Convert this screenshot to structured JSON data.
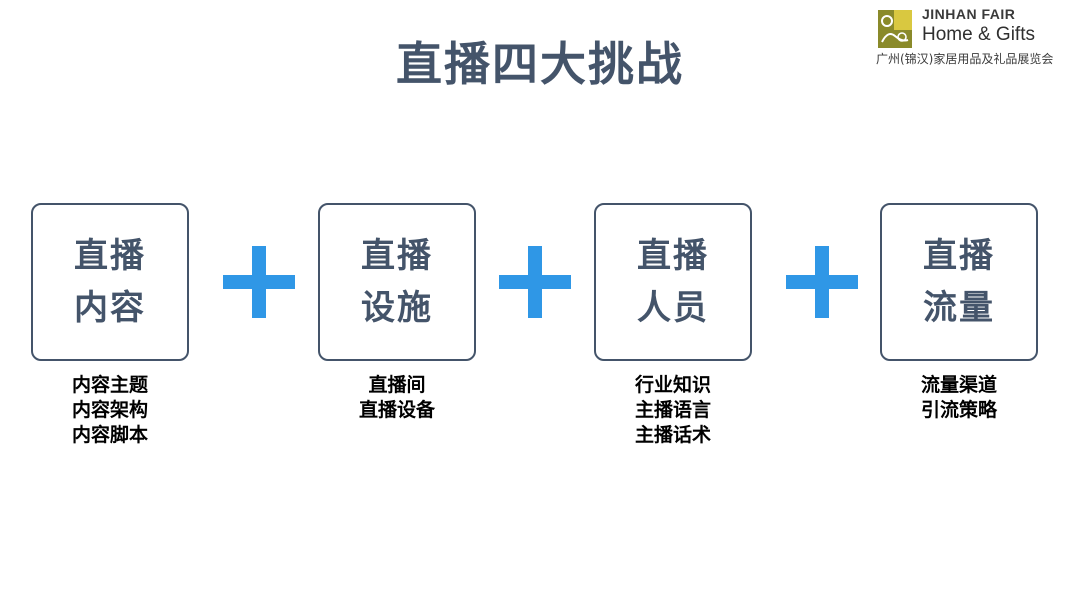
{
  "title": "直播四大挑战",
  "logo": {
    "line1": "JINHAN FAIR",
    "line2": "Home & Gifts",
    "line3": "广州(锦汉)家居用品及礼品展览会",
    "colors": {
      "olive": "#8a8a2a",
      "yellow": "#d9c840"
    }
  },
  "accent_color": "#2f97e6",
  "text_color": "#44546a",
  "cards": [
    {
      "line1": "直播",
      "line2": "内容",
      "details": [
        "内容主题",
        "内容架构",
        "内容脚本"
      ]
    },
    {
      "line1": "直播",
      "line2": "设施",
      "details": [
        "直播间",
        "直播设备"
      ]
    },
    {
      "line1": "直播",
      "line2": "人员",
      "details": [
        "行业知识",
        "主播语言",
        "主播话术"
      ]
    },
    {
      "line1": "直播",
      "line2": "流量",
      "details": [
        "流量渠道",
        "引流策略"
      ]
    }
  ],
  "connector_icon": "plus-icon"
}
